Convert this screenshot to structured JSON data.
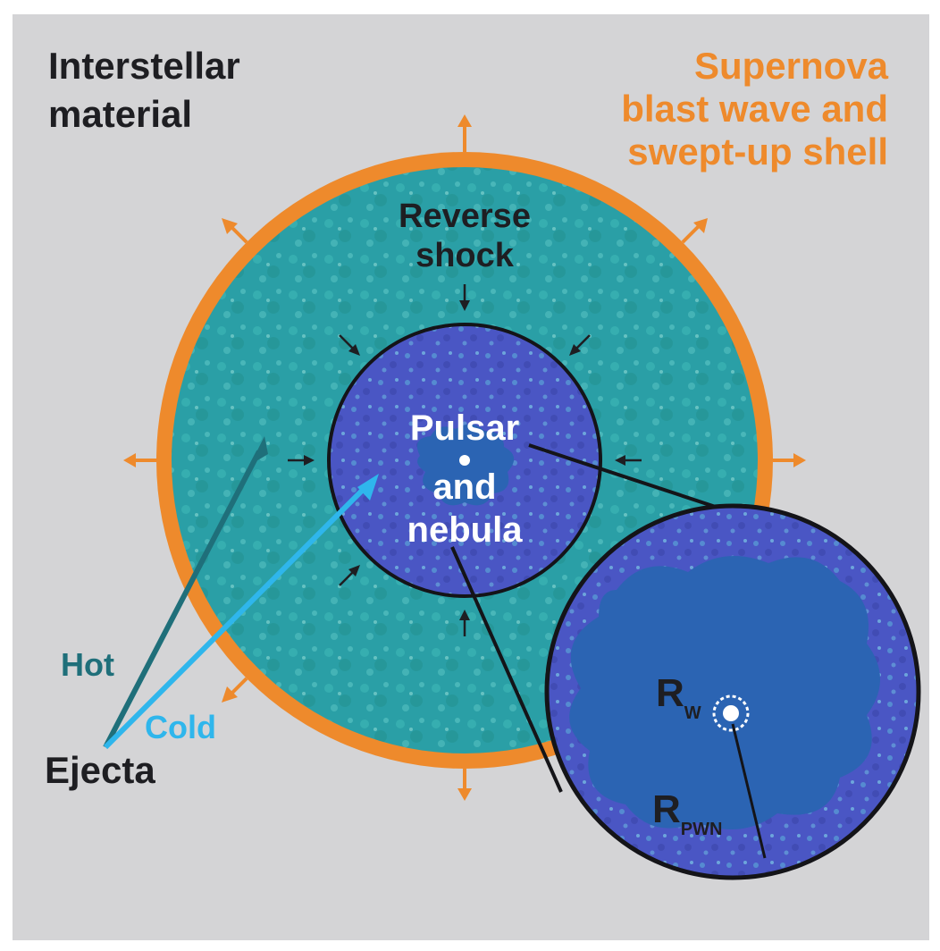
{
  "labels": {
    "interstellar_line1": "Interstellar",
    "interstellar_line2": "material",
    "supernova_line1": "Supernova",
    "supernova_line2": "blast wave and",
    "supernova_line3": "swept-up shell",
    "reverse_line1": "Reverse",
    "reverse_line2": "shock",
    "pulsar_line1": "Pulsar",
    "pulsar_line2": "and",
    "pulsar_line3": "nebula",
    "hot": "Hot",
    "cold": "Cold",
    "ejecta": "Ejecta",
    "rw_main": "R",
    "rw_sub": "W",
    "rpwn_main": "R",
    "rpwn_sub": "PWN"
  },
  "colors": {
    "background": "#d4d4d6",
    "blast_shell": "#ee8a2c",
    "ejecta_region": "#2a9fa6",
    "inner_region": "#4a56c4",
    "pwn": "#2b64b3",
    "hot_arrow": "#1f6f7a",
    "cold_arrow": "#2fb6ec",
    "text_dark": "#1e1e22",
    "text_orange": "#ee8a2c"
  }
}
